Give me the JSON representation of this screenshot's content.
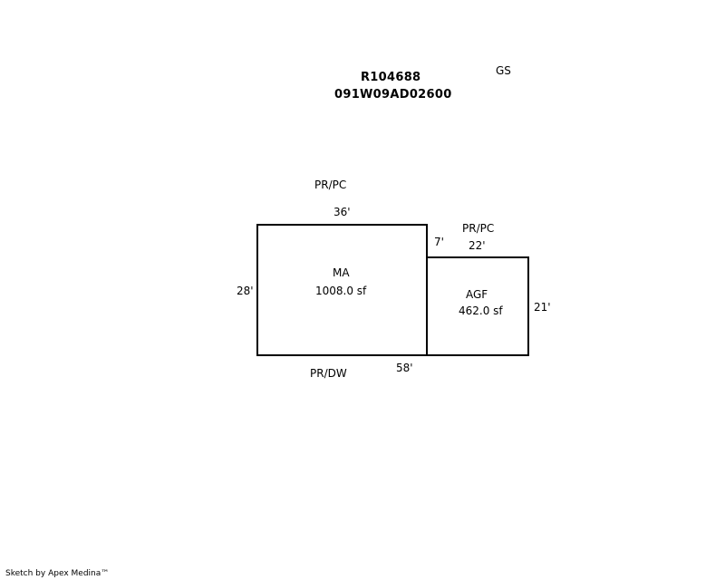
{
  "header": {
    "account": "R104688",
    "map_tax_lot": "091W09AD02600",
    "code": "GS"
  },
  "areas": {
    "main": {
      "code": "MA",
      "area": "1008.0 sf",
      "top_dim": "36'",
      "left_dim": "28'",
      "bottom_dim": "58'",
      "top_note": "PR/PC",
      "bottom_note": "PR/DW"
    },
    "garage": {
      "code": "AGF",
      "area": "462.0 sf",
      "top_dim": "22'",
      "right_dim": "21'",
      "offset_dim": "7'",
      "top_note": "PR/PC"
    }
  },
  "footer": {
    "credit": "Sketch by Apex Medina™"
  }
}
